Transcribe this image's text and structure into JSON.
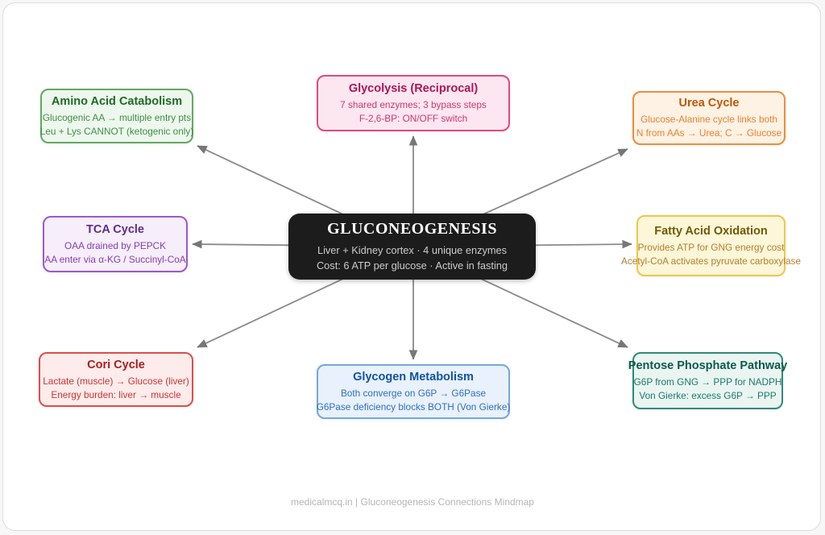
{
  "canvas": {
    "bg": "#ffffff",
    "border": "#dcdcdc"
  },
  "arrows": {
    "line_color": "#8a8a8a",
    "head_color": "#777777"
  },
  "center": {
    "title": "GLUCONEOGENESIS",
    "lines": [
      "Liver + Kidney cortex · 4 unique enzymes",
      "Cost: 6 ATP per glucose · Active in fasting"
    ],
    "bg": "#1c1c1c",
    "title_color": "#ffffff",
    "text_color": "#cbcbcb"
  },
  "nodes": [
    {
      "id": "amino-acid-catabolism",
      "title": "Amino Acid Catabolism",
      "lines": [
        "Glucogenic AA → multiple entry pts",
        "Leu + Lys CANNOT (ketogenic only)"
      ],
      "bg": "#eef7ee",
      "border": "#63a963",
      "title_color": "#1e6b24",
      "text_color": "#3e9044"
    },
    {
      "id": "glycolysis-reciprocal",
      "title": "Glycolysis (Reciprocal)",
      "lines": [
        "7 shared enzymes; 3 bypass steps",
        "F-2,6-BP: ON/OFF switch"
      ],
      "bg": "#fce7f0",
      "border": "#e2497e",
      "title_color": "#b01458",
      "text_color": "#d23472"
    },
    {
      "id": "urea-cycle",
      "title": "Urea Cycle",
      "lines": [
        "Glucose-Alanine cycle links both",
        "N from AAs → Urea; C → Glucose"
      ],
      "bg": "#fdf2e4",
      "border": "#ec8d3d",
      "title_color": "#c25606",
      "text_color": "#ee8030"
    },
    {
      "id": "tca-cycle",
      "title": "TCA Cycle",
      "lines": [
        "OAA drained by PEPCK",
        "AA enter via α-KG / Succinyl-CoA"
      ],
      "bg": "#f6eefb",
      "border": "#9c59c8",
      "title_color": "#5f2b8a",
      "text_color": "#8a3cae"
    },
    {
      "id": "fatty-acid-oxidation",
      "title": "Fatty Acid Oxidation",
      "lines": [
        "Provides ATP for GNG energy cost",
        "Acetyl-CoA activates pyruvate carboxylase"
      ],
      "bg": "#fdf6d8",
      "border": "#f0c64b",
      "title_color": "#6e5a05",
      "text_color": "#b1802f"
    },
    {
      "id": "cori-cycle",
      "title": "Cori Cycle",
      "lines": [
        "Lactate (muscle) → Glucose (liver)",
        "Energy burden: liver → muscle"
      ],
      "bg": "#fdeceb",
      "border": "#da4f4b",
      "title_color": "#a81d1d",
      "text_color": "#cd3434"
    },
    {
      "id": "glycogen-metabolism",
      "title": "Glycogen Metabolism",
      "lines": [
        "Both converge on G6P → G6Pase",
        "G6Pase deficiency blocks BOTH (Von Gierke)"
      ],
      "bg": "#e8f1fc",
      "border": "#73a9dd",
      "title_color": "#10549f",
      "text_color": "#2f6fc0"
    },
    {
      "id": "pentose-phosphate-pathway",
      "title": "Pentose Phosphate Pathway",
      "lines": [
        "G6P from GNG → PPP for NADPH",
        "Von Gierke: excess G6P → PPP"
      ],
      "bg": "#eaf5f1",
      "border": "#2f8b76",
      "title_color": "#0c5a4d",
      "text_color": "#1b7a6b"
    }
  ],
  "footer": {
    "text": "medicalmcq.in | Gluconeogenesis Connections Mindmap"
  }
}
